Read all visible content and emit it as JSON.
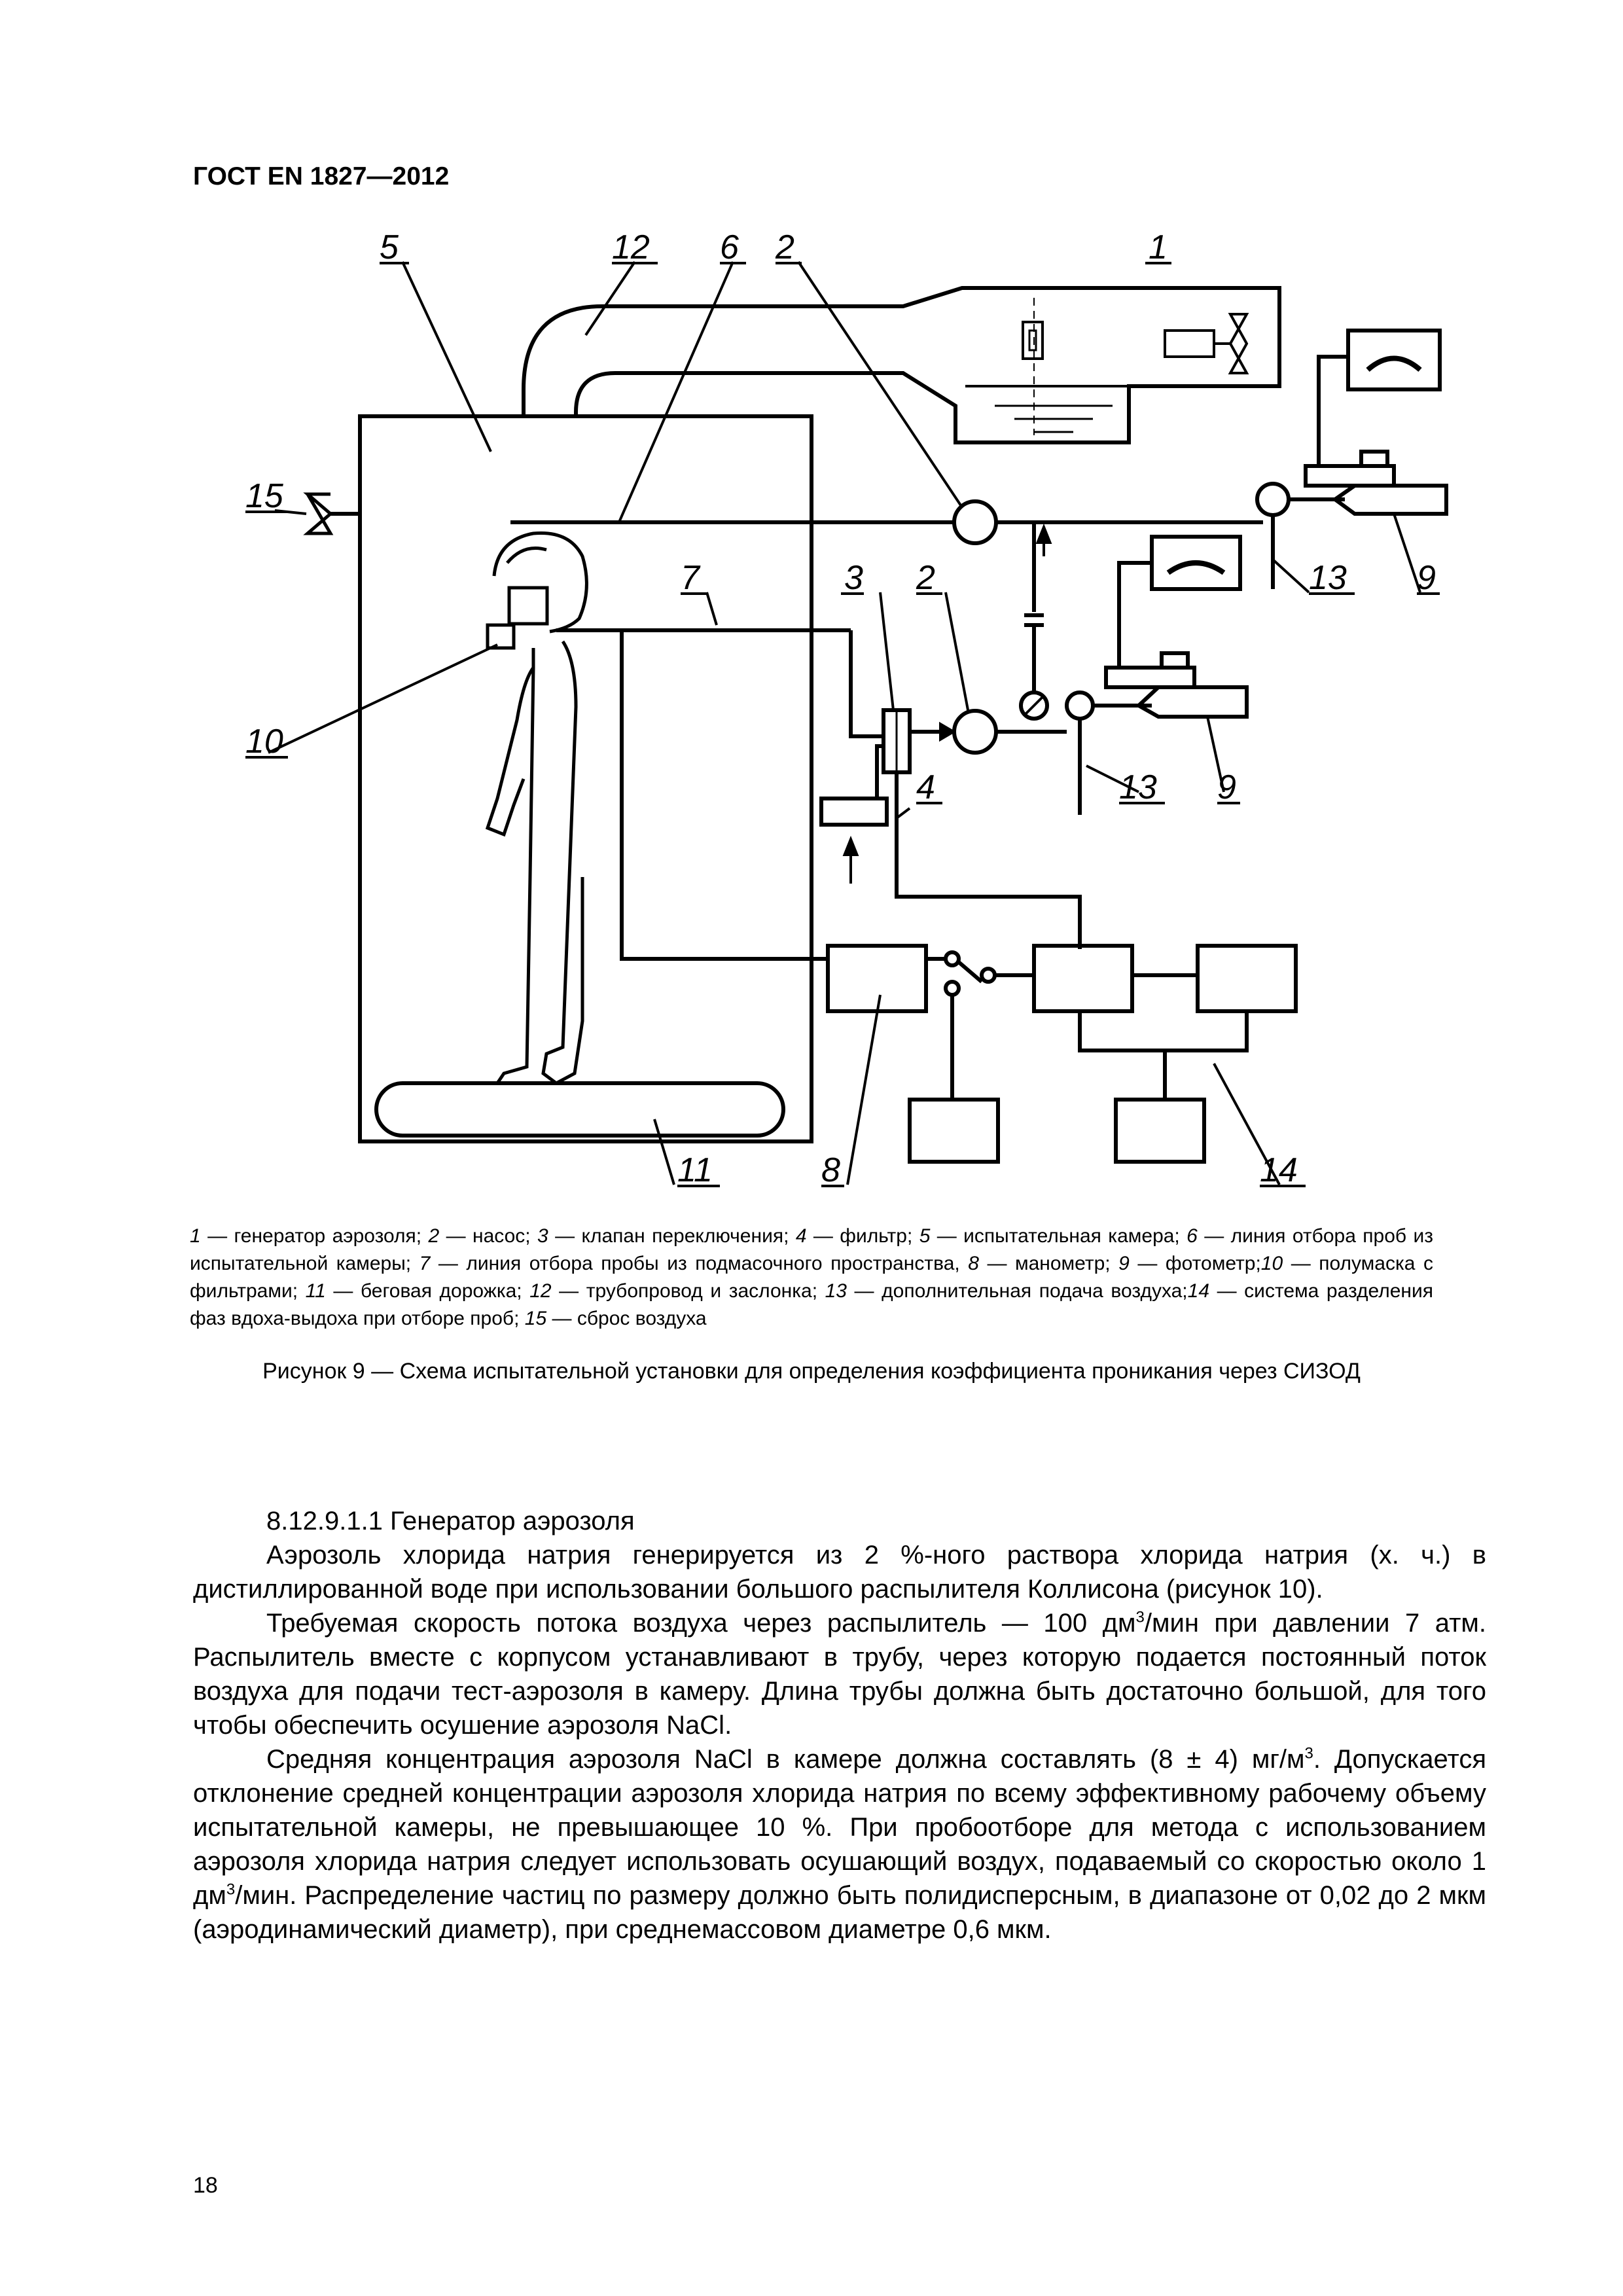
{
  "header": {
    "title": "ГОСТ EN 1827—2012"
  },
  "figure": {
    "labels": {
      "l1": "1",
      "l2a": "2",
      "l2b": "2",
      "l3": "3",
      "l4": "4",
      "l5": "5",
      "l6": "6",
      "l7": "7",
      "l8": "8",
      "l9a": "9",
      "l9b": "9",
      "l10": "10",
      "l11": "11",
      "l12": "12",
      "l13a": "13",
      "l13b": "13",
      "l14": "14",
      "l15": "15"
    },
    "legend": [
      {
        "num": "1",
        "text": " — генератор аэрозоля; "
      },
      {
        "num": "2",
        "text": " — насос; "
      },
      {
        "num": "3",
        "text": " — клапан переключения; "
      },
      {
        "num": "4",
        "text": " — фильтр; "
      },
      {
        "num": "5",
        "text": " — испытательная камера; "
      },
      {
        "num": "6",
        "text": " — линия отбора проб из испытательной камеры; "
      },
      {
        "num": "7",
        "text": " — линия отбора пробы из подмасочного пространства, "
      },
      {
        "num": "8",
        "text": " — манометр; "
      },
      {
        "num": "9",
        "text": " — фотометр;"
      },
      {
        "num": "10",
        "text": " — полумаска с фильтрами; "
      },
      {
        "num": "11",
        "text": " — беговая дорожка; "
      },
      {
        "num": "12",
        "text": " — трубопровод и заслонка; "
      },
      {
        "num": "13",
        "text": " — дополнительная подача воздуха;"
      },
      {
        "num": "14",
        "text": " — система разделения фаз вдоха-выдоха при отборе проб; "
      },
      {
        "num": "15",
        "text": " — сброс воздуха"
      }
    ],
    "caption": "Рисунок 9 — Схема испытательной установки для определения коэффициента проникания через СИЗОД"
  },
  "body": {
    "heading": "8.12.9.1.1 Генератор аэрозоля",
    "p1": "Аэрозоль хлорида натрия генерируется из 2 %-ного раствора хлорида натрия (х. ч.) в дистиллированной воде при использовании большого распылителя Коллисона (рисунок 10).",
    "p2_a": "Требуемая скорость потока воздуха через распылитель — 100 дм",
    "p2_sup": "3",
    "p2_b": "/мин при давлении 7 атм. Распылитель вместе с корпусом устанавливают в трубу, через которую подается постоянный поток воздуха для подачи тест-аэрозоля в камеру. Длина трубы должна быть достаточно большой, для того чтобы обеспечить осушение аэрозоля NaCl.",
    "p3_a": "Средняя концентрация аэрозоля NaCl в камере должна составлять (8 ± 4) мг/м",
    "p3_sup1": "3",
    "p3_b": ". Допускается отклонение средней концентрации аэрозоля хлорида натрия по всему эффективному рабочему объему испытательной камеры, не превышающее 10 %. При пробоотборе для метода с использованием аэрозоля хлорида натрия следует использовать осушающий воздух, подаваемый со скоростью около 1 дм",
    "p3_sup2": "3",
    "p3_c": "/мин. Распределение частиц по размеру должно быть полидисперсным, в диапазоне от 0,02 до 2 мкм (аэродинамический диаметр), при среднемассовом диаметре 0,6 мкм."
  },
  "footer": {
    "page_number": "18"
  }
}
